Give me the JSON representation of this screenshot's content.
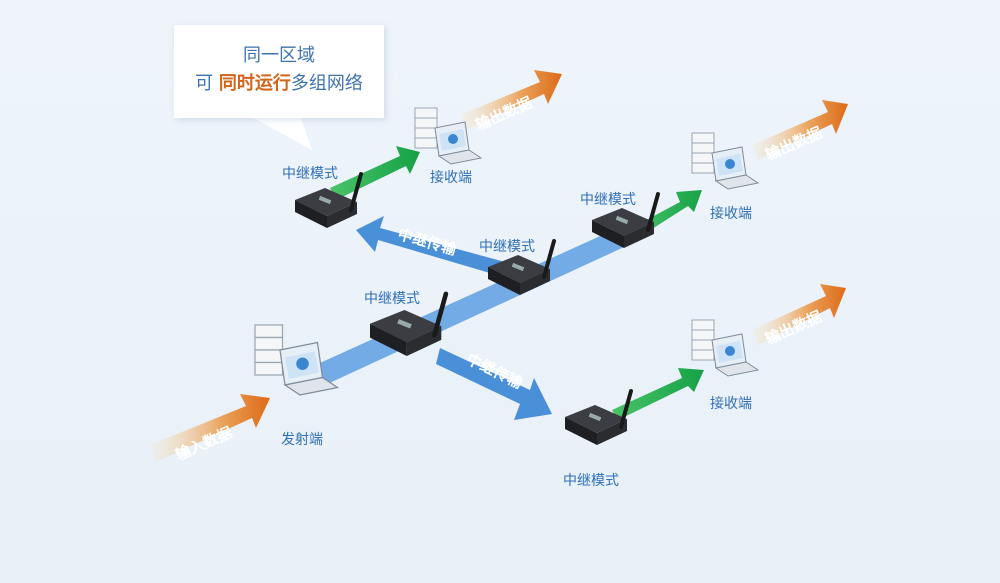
{
  "bubble": {
    "line1": "同一区域",
    "line2_prefix": "可 ",
    "line2_highlight": "同时运行",
    "line2_suffix": "多组网络"
  },
  "labels": {
    "relay_mode": "中继模式",
    "receiver": "接收端",
    "transmitter": "发射端",
    "relay_transfer": "中继传输",
    "output_data": "输出数据",
    "input_data": "输入数据"
  },
  "colors": {
    "blue_text": "#2f6fb6",
    "highlight": "#d2651a",
    "green_arrow": "#1fae4a",
    "blue_arrow": "#4a90d9",
    "orange_arrow": "#e0741f",
    "device": "#2a2c30"
  }
}
